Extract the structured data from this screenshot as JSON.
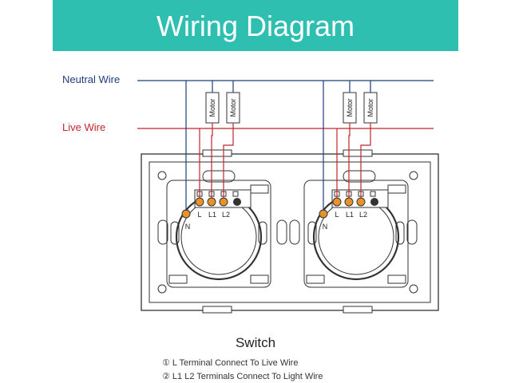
{
  "title": "Wiring Diagram",
  "wires": {
    "neutral_label": "Neutral Wire",
    "live_label": "Live Wire",
    "neutral_color": "#1f3d7a",
    "live_color": "#c0262c"
  },
  "motor_label": "Motor",
  "terminals": {
    "L": "L",
    "L1": "L1",
    "L2": "L2",
    "N": "N"
  },
  "caption": "Switch",
  "notes": [
    "① L Terminal Connect To Live Wire",
    "② L1 L2 Terminals Connect To Light Wire"
  ],
  "colors": {
    "banner": "#2fbfb1",
    "terminal": "#e8922a",
    "plate": "#333333"
  }
}
